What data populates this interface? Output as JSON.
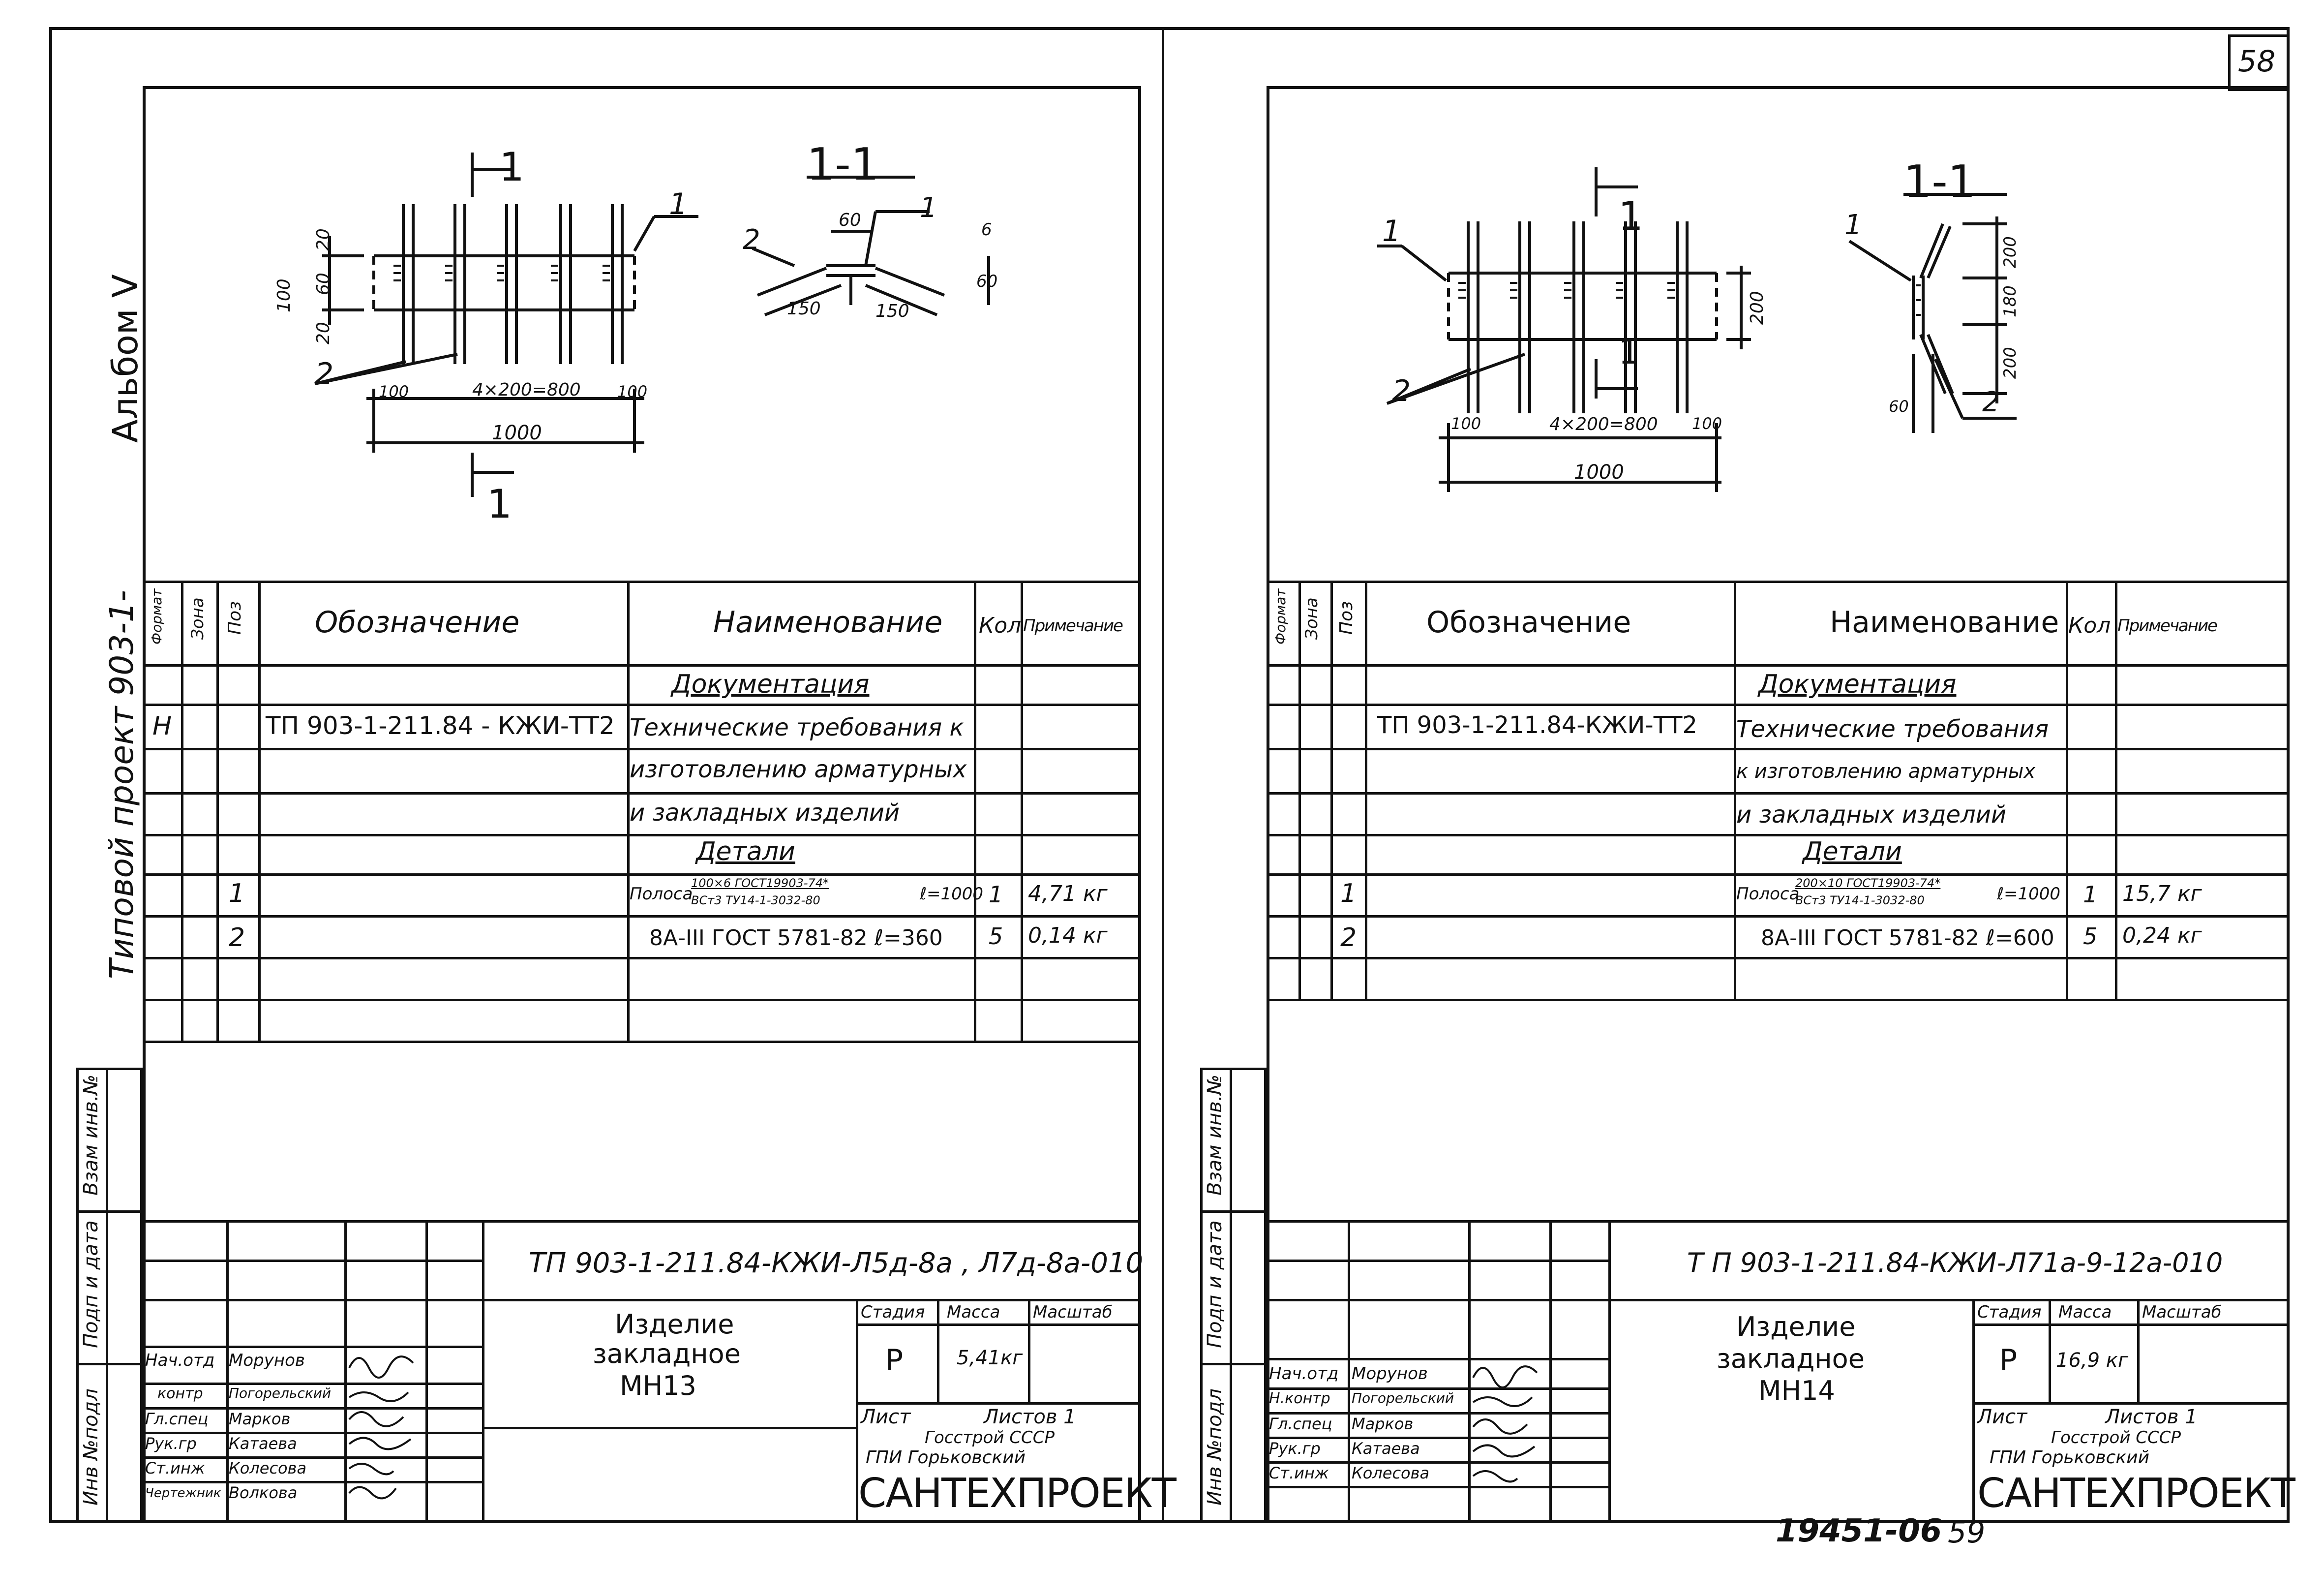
{
  "page_number": "58",
  "bottom_code": "19451-06",
  "bottom_page": "59",
  "left_margin": {
    "album": "Альбом V",
    "project": "Типовой проект 903-1-",
    "vzam": "Взам инв.№",
    "podp": "Подп и дата",
    "inv": "Инв №подл"
  },
  "left_sheet": {
    "drawing": {
      "section_label": "1-1",
      "callout_1": "1",
      "callout_2": "2",
      "cut_mark": "1",
      "dim_20a": "20",
      "dim_60": "60",
      "dim_20b": "20",
      "dim_100": "100",
      "dim_100l": "100",
      "dim_span": "4×200=800",
      "dim_100r": "100",
      "dim_total": "1000",
      "sec_60": "60",
      "sec_6": "6",
      "sec_60v": "60",
      "sec_150a": "150",
      "sec_150b": "150"
    },
    "table": {
      "headers": [
        "Формат",
        "Зона",
        "Поз",
        "Обозначение",
        "Наименование",
        "Кол",
        "Примечание"
      ],
      "section_docs": "Документация",
      "doc_format": "Н",
      "doc_code": "ТП 903-1-211.84 - КЖИ-ТТ2",
      "doc_name_lines": [
        "Технические требования к",
        "изготовлению арматурных",
        "и закладных изделий"
      ],
      "section_parts": "Детали",
      "rows": [
        {
          "pos": "1",
          "name_prefix": "Полоса",
          "frac_top": "100×6  ГОСТ19903-74*",
          "frac_bottom": "ВСт3    ТУ14-1-3032-80",
          "length": "ℓ=1000",
          "qty": "1",
          "note": "4,71 кг"
        },
        {
          "pos": "2",
          "name_prefix": "",
          "frac_top": "",
          "frac_bottom": "",
          "length": "8А-III  ГОСТ 5781-82  ℓ=360",
          "qty": "5",
          "note": "0,14 кг"
        }
      ]
    },
    "title_block": {
      "code": "ТП 903-1-211.84-КЖИ-Л5д-8а , Л7д-8а-010",
      "name": [
        "Изделие",
        "закладное",
        "МН13"
      ],
      "stage_label": "Стадия",
      "mass_label": "Масса",
      "scale_label": "Масштаб",
      "stage": "Р",
      "mass": "5,41кг",
      "sheet_label": "Лист",
      "sheets_label": "Листов 1",
      "org": [
        "Госстрой СССР",
        "ГПИ Горьковский"
      ],
      "org_big": "САНТЕХПРОЕКТ",
      "people": [
        {
          "role": "Нач.отд",
          "name": "Морунов"
        },
        {
          "role": "контр",
          "name": "Погорельский"
        },
        {
          "role": "Гл.спец",
          "name": "Марков"
        },
        {
          "role": "Рук.гр",
          "name": "Катаева"
        },
        {
          "role": "Ст.инж",
          "name": "Колесова"
        },
        {
          "role": "Чертежник",
          "name": "Волкова"
        }
      ]
    }
  },
  "right_sheet": {
    "drawing": {
      "section_label": "1-1",
      "callout_1": "1",
      "callout_2": "2",
      "cut_mark": "1",
      "dim_200": "200",
      "dim_100l": "100",
      "dim_span": "4×200=800",
      "dim_100r": "100",
      "dim_total": "1000",
      "sec_200a": "200",
      "sec_180": "180",
      "sec_200b": "200",
      "sec_60": "60"
    },
    "table": {
      "headers": [
        "Формат",
        "Зона",
        "Поз",
        "Обозначение",
        "Наименование",
        "Кол",
        "Примечание"
      ],
      "section_docs": "Документация",
      "doc_code": "ТП 903-1-211.84-КЖИ-ТТ2",
      "doc_name_lines": [
        "Технические требования",
        "к изготовлению арматурных",
        "и закладных изделий"
      ],
      "section_parts": "Детали",
      "rows": [
        {
          "pos": "1",
          "name_prefix": "Полоса",
          "frac_top": "200×10  ГОСТ19903-74*",
          "frac_bottom": "ВСт3    ТУ14-1-3032-80",
          "length": "ℓ=1000",
          "qty": "1",
          "note": "15,7 кг"
        },
        {
          "pos": "2",
          "name_prefix": "",
          "frac_top": "",
          "frac_bottom": "",
          "length": "8А-III  ГОСТ 5781-82  ℓ=600",
          "qty": "5",
          "note": "0,24 кг"
        }
      ]
    },
    "title_block": {
      "code": "Т П 903-1-211.84-КЖИ-Л71а-9-12а-010",
      "name": [
        "Изделие",
        "закладное",
        "МН14"
      ],
      "stage_label": "Стадия",
      "mass_label": "Масса",
      "scale_label": "Масштаб",
      "stage": "Р",
      "mass": "16,9 кг",
      "sheet_label": "Лист",
      "sheets_label": "Листов 1",
      "org": [
        "Госстрой СССР",
        "ГПИ Горьковский"
      ],
      "org_big": "САНТЕХПРОЕКТ",
      "people": [
        {
          "role": "Нач.отд",
          "name": "Морунов"
        },
        {
          "role": "Н.контр",
          "name": "Погорельский"
        },
        {
          "role": "Гл.спец",
          "name": "Марков"
        },
        {
          "role": "Рук.гр",
          "name": "Катаева"
        },
        {
          "role": "Ст.инж",
          "name": "Колесова"
        }
      ]
    }
  }
}
